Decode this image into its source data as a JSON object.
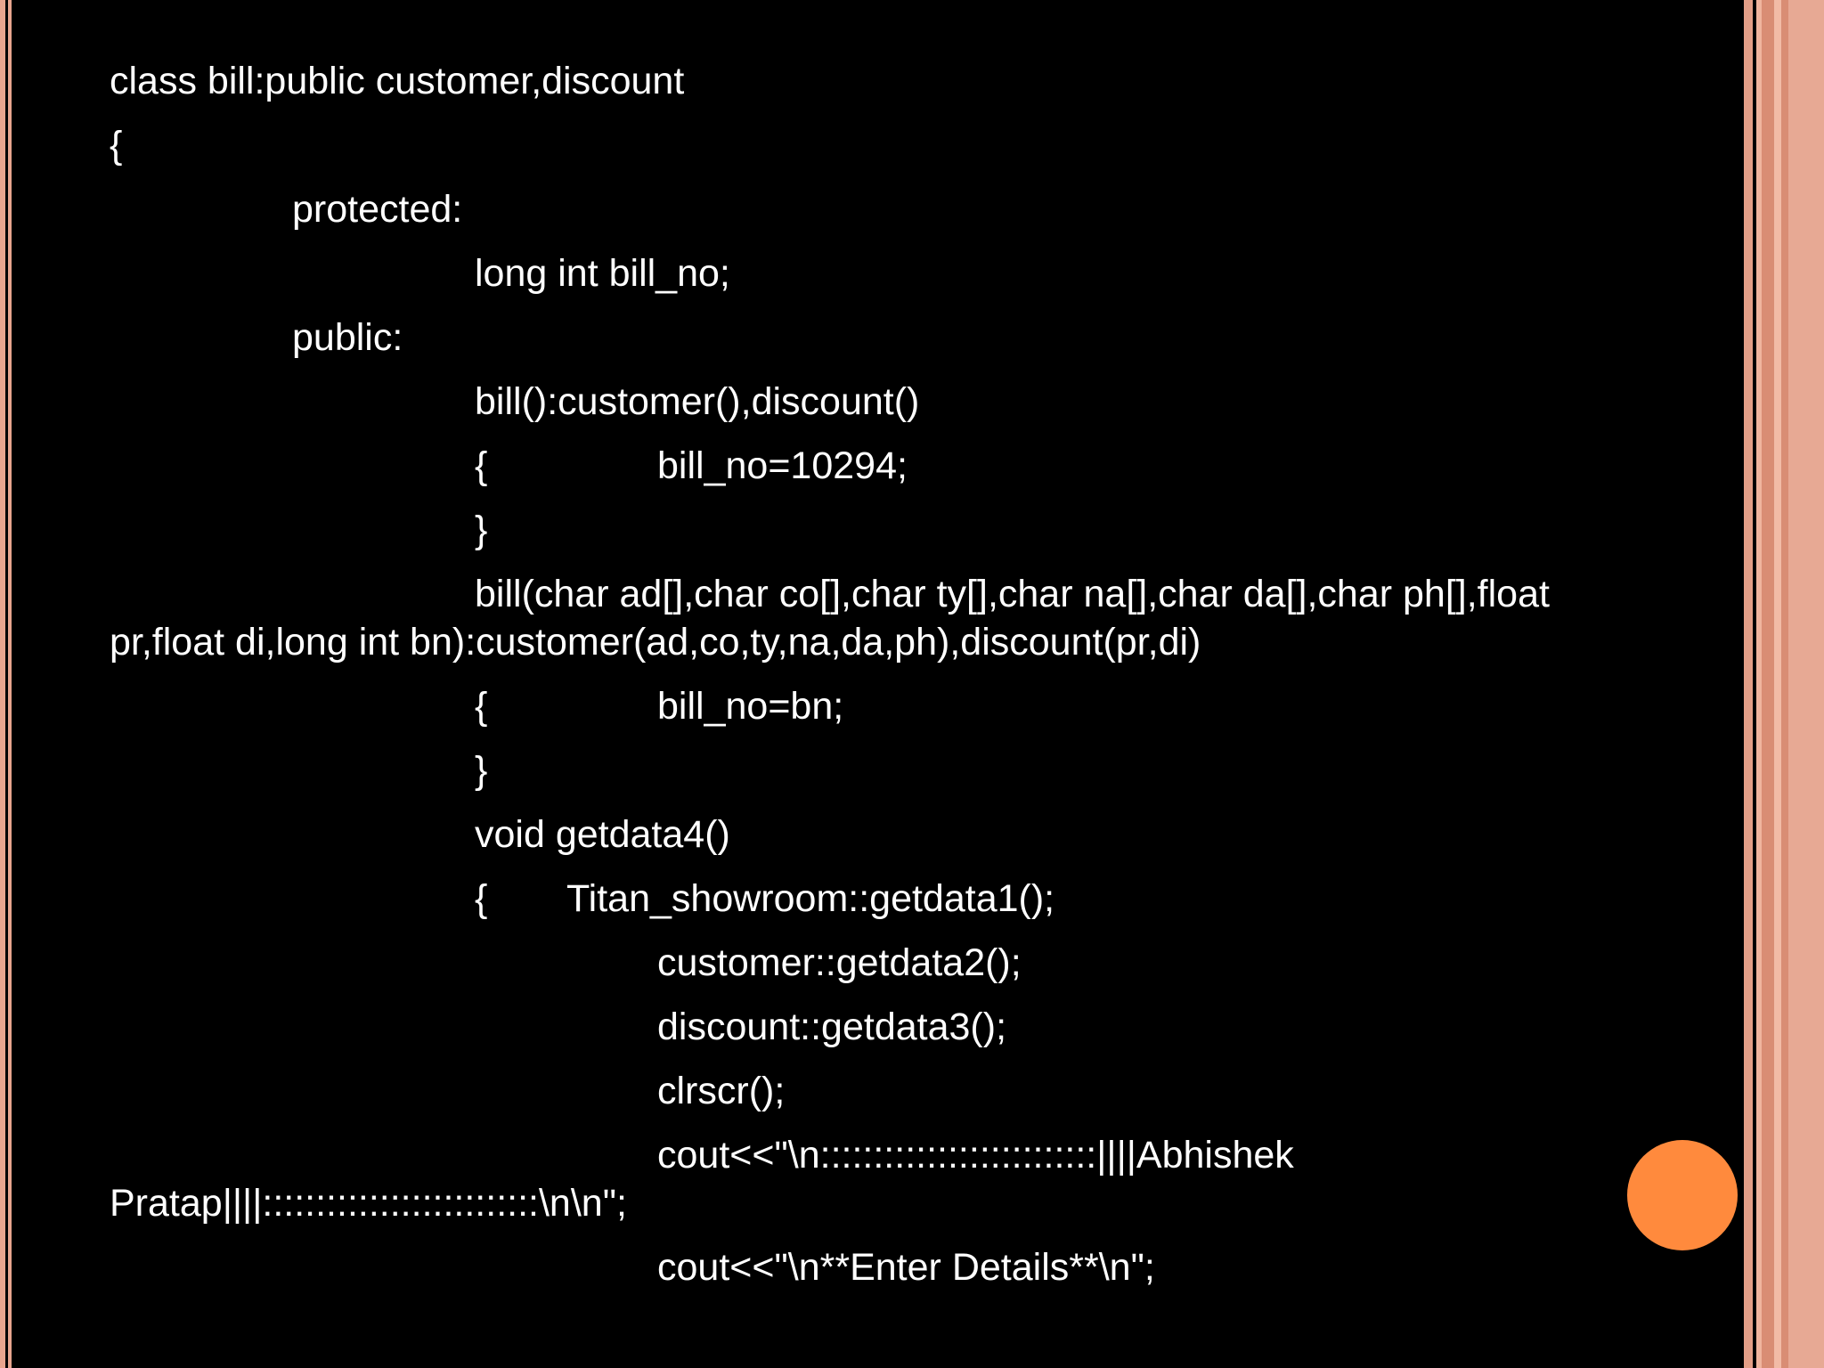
{
  "colors": {
    "background": "#000000",
    "text": "#FFFFFF",
    "border_accent": "#E8A58E",
    "orange_dot": "#FF8A3D"
  },
  "code_lines": [
    "class bill:public customer,discount",
    "{",
    "protected:",
    "long int bill_no;",
    "public:",
    "bill():customer(),discount()",
    "{",
    "bill_no=10294;",
    "}",
    "bill(char ad[],char co[],char ty[],char na[],char da[],char ph[],float",
    "pr,float di,long int bn):customer(ad,co,ty,na,da,ph),discount(pr,di)",
    "{",
    "bill_no=bn;",
    "}",
    "void getdata4()",
    "{",
    "Titan_showroom::getdata1();",
    "customer::getdata2();",
    "discount::getdata3();",
    "clrscr();",
    "cout<<\"\\n::::::::::::::::::::::::::||||Abhishek",
    "Pratap||||::::::::::::::::::::::::::\\n\\n\";",
    "cout<<\"\\n**Enter Details**\\n\";"
  ]
}
